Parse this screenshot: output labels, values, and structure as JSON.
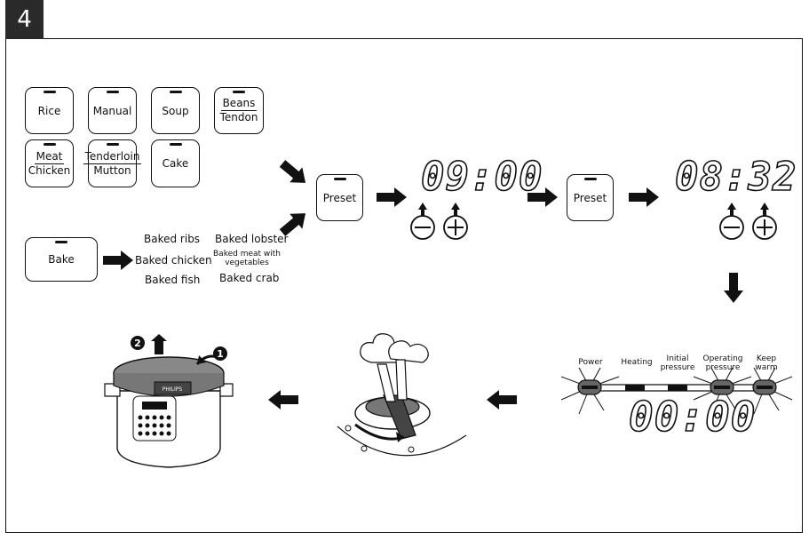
{
  "step": {
    "number": "4"
  },
  "programs": {
    "rice": "Rice",
    "manual": "Manual",
    "soup": "Soup",
    "beans_tendon": {
      "top": "Beans",
      "bottom": "Tendon"
    },
    "meat_chicken": {
      "top": "Meat",
      "bottom": "Chicken"
    },
    "tenderloin_mutton": {
      "top": "Tenderloin",
      "bottom": "Mutton"
    },
    "cake": "Cake",
    "bake": "Bake"
  },
  "bake_options": {
    "baked_ribs": "Baked ribs",
    "baked_chicken": "Baked chicken",
    "baked_fish": "Baked fish",
    "baked_lobster": "Baked lobster",
    "baked_meat_with_vegetables": "Baked meat with vegetables",
    "baked_crab": "Baked crab"
  },
  "preset_1": {
    "label": "Preset"
  },
  "preset_2": {
    "label": "Preset"
  },
  "display_1": {
    "hours": "09",
    "sep": ":",
    "minutes": "00"
  },
  "display_2": {
    "hours": "08",
    "sep": ":",
    "minutes": "32"
  },
  "display_3": {
    "hours": "00",
    "sep": ":",
    "minutes": "00"
  },
  "status_indicators": {
    "power": "Power",
    "heating": "Heating",
    "initial_pressure": "Initial pressure",
    "operating_pressure": "Operating pressure",
    "keep_warm": "Keep warm"
  },
  "cooker": {
    "brand": "PHILIPS"
  },
  "callouts": {
    "one": "1",
    "two": "2"
  }
}
